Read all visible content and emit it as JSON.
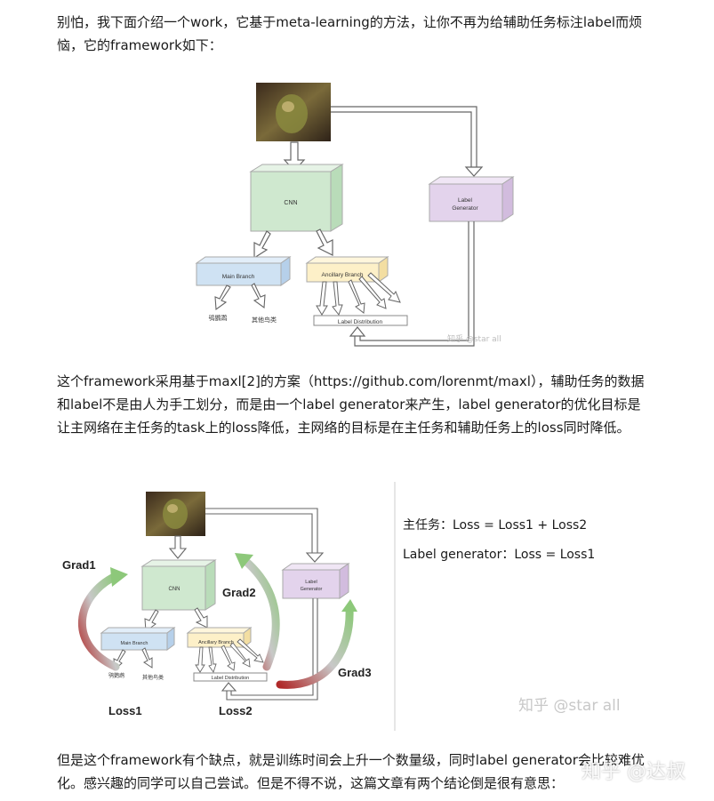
{
  "article": {
    "p1": "别怕，我下面介绍一个work，它基于meta-learning的方法，让你不再为给辅助任务标注label而烦恼，它的framework如下：",
    "p2_before": "这个framework采用基于maxl[2]的方案（",
    "p2_link": "https://github.com/lorenmt/maxl",
    "p2_after": "），辅助任务的数据和label不是由人为手工划分，而是由一个label generator来产生，label generator的优化目标是让主网络在主任务的task上的loss降低，主网络的目标是在主任务和辅助任务上的loss同时降低。",
    "p3": "但是这个framework有个缺点，就是训练时间会上升一个数量级，同时label generator会比较难优化。感兴趣的同学可以自己尝试。但是不得不说，这篇文章有两个结论倒是很有意思："
  },
  "figure1": {
    "cnn": "CNN",
    "label_gen_1": "Label",
    "label_gen_2": "Generator",
    "main_branch": "Main Branch",
    "ancillary_branch": "Ancillary  Branch",
    "label_distribution": "Label Distribution",
    "class_a": "鸮鹦鹉",
    "class_b": "其他鸟类",
    "watermark": "知乎 @star all"
  },
  "figure2": {
    "cnn": "CNN",
    "label_gen_1": "Label",
    "label_gen_2": "Generator",
    "main_branch": "Main Branch",
    "ancillary_branch": "Ancillary  Branch",
    "label_distribution": "Label Distribution",
    "class_a": "鸮鹦鹉",
    "class_b": "其他鸟类",
    "grad1": "Grad1",
    "grad2": "Grad2",
    "grad3": "Grad3",
    "loss1": "Loss1",
    "loss2": "Loss2",
    "eq1": "主任务：Loss = Loss1 + Loss2",
    "eq2": "Label generator：Loss = Loss1",
    "watermark": "知乎 @star all"
  },
  "page_watermark": "知乎 @达叔",
  "colors": {
    "cnn_green": "#cfe8cf",
    "main_blue": "#cfe2f3",
    "anc_yellow": "#fdf0c8",
    "gen_purple": "#e3d3ec",
    "grad_green": "#8dc87a",
    "grad_red": "#b02a2a"
  }
}
